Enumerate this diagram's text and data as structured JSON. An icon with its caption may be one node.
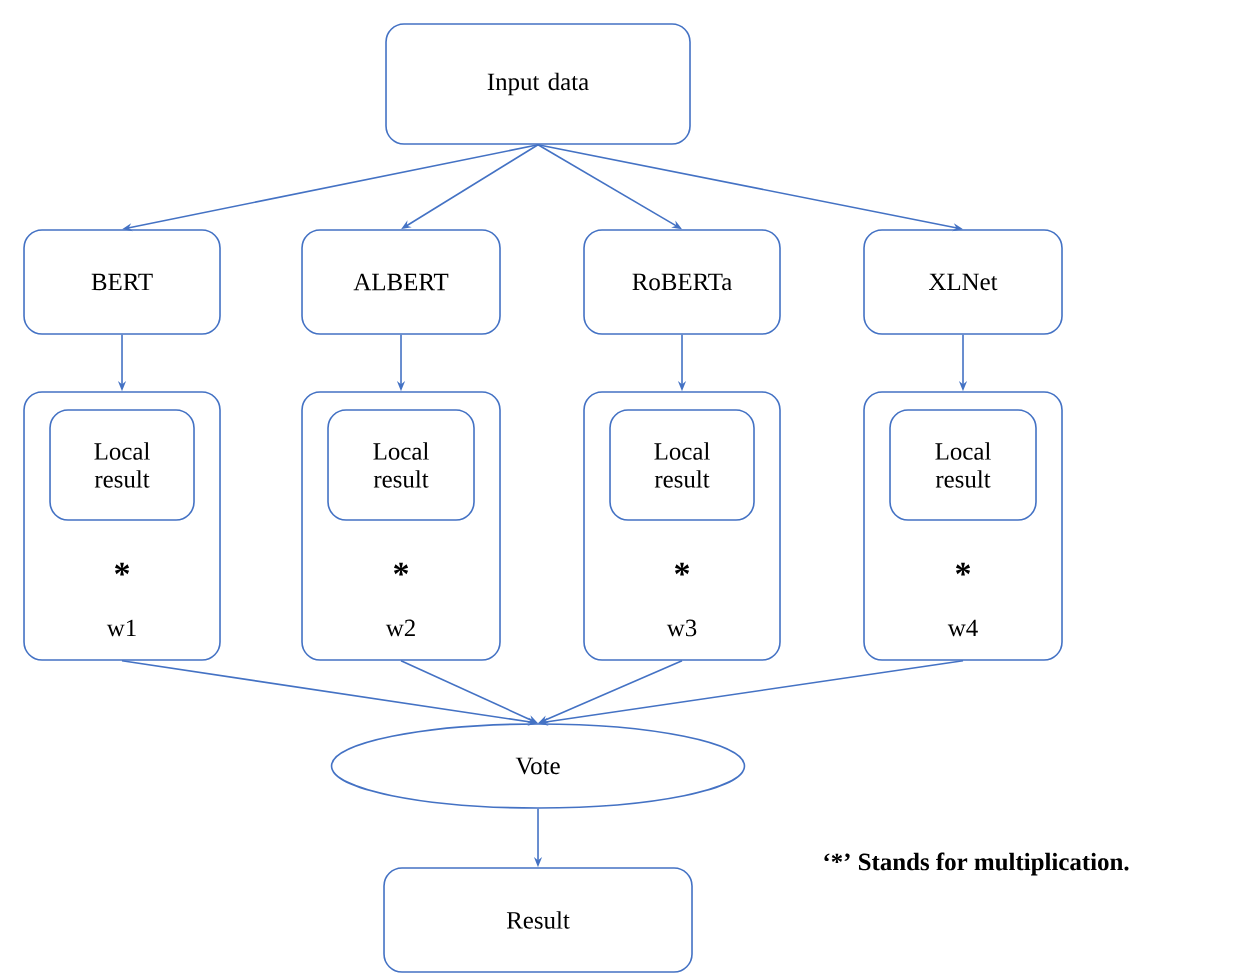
{
  "diagram": {
    "nodes": [
      {
        "text": [
          "Input data"
        ]
      },
      {
        "text": [
          "BERT"
        ]
      },
      {
        "text": [
          "ALBERT"
        ]
      },
      {
        "text": [
          "RoBERTa"
        ]
      },
      {
        "text": [
          "XLNet"
        ]
      },
      {
        "text": [
          "*",
          "w1"
        ]
      },
      {
        "text": [
          "Local result"
        ],
        "in": 5
      },
      {
        "text": [
          "*",
          "w2"
        ]
      },
      {
        "text": [
          "Local result"
        ],
        "in": 7
      },
      {
        "text": [
          "*",
          "w3"
        ]
      },
      {
        "text": [
          "Local result"
        ],
        "in": 9
      },
      {
        "text": [
          "*",
          "w4"
        ]
      },
      {
        "text": [
          "Local result"
        ],
        "in": 11
      },
      {
        "text": [
          "Vote"
        ]
      },
      {
        "text": [
          "Result"
        ]
      }
    ],
    "edges": [
      {
        "from": 0,
        "to": 1,
        "arrow": "to"
      },
      {
        "from": 0,
        "to": 2,
        "arrow": "to"
      },
      {
        "from": 0,
        "to": 3,
        "arrow": "to"
      },
      {
        "from": 0,
        "to": 4,
        "arrow": "to"
      },
      {
        "from": 1,
        "to": 5,
        "arrow": "to"
      },
      {
        "from": 2,
        "to": 7,
        "arrow": "to"
      },
      {
        "from": 3,
        "to": 9,
        "arrow": "to"
      },
      {
        "from": 4,
        "to": 11,
        "arrow": "to"
      },
      {
        "from": 5,
        "to": 13,
        "arrow": "to"
      },
      {
        "from": 7,
        "to": 13,
        "arrow": "to"
      },
      {
        "from": 9,
        "to": 13,
        "arrow": "to"
      },
      {
        "from": 11,
        "to": 13,
        "arrow": "to"
      },
      {
        "from": 13,
        "to": 14,
        "arrow": "to"
      }
    ],
    "labels": [
      "‘*’ Stands for multiplication."
    ]
  }
}
